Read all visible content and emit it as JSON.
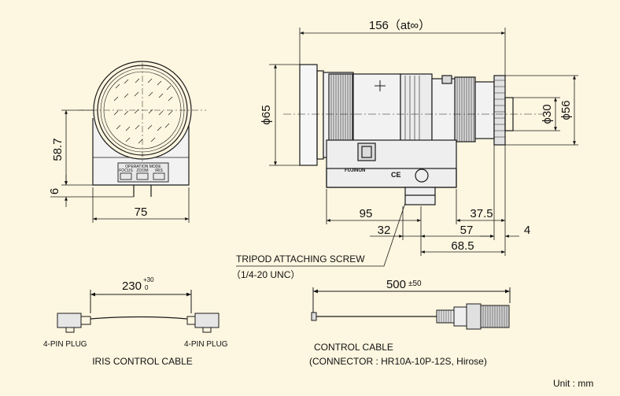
{
  "front_view": {
    "height_dim": "58.7",
    "bottom_offset_dim": "6",
    "width_dim": "75",
    "panel_title": "OPERATION MODE",
    "switch_labels": [
      "FOCUS",
      "ZOOM",
      "IRIS"
    ]
  },
  "side_view": {
    "overall_length_dim": "156（at∞）",
    "front_diameter_dim": "ϕ65",
    "rear_diameter_dim": "ϕ56",
    "mount_diameter_dim": "ϕ30",
    "dim_95": "95",
    "dim_37_5": "37.5",
    "dim_32": "32",
    "dim_57": "57",
    "dim_4": "4",
    "dim_68_5": "68.5",
    "brand_text": "FUJINON",
    "ce_mark": "CE"
  },
  "tripod_callout": {
    "line1": "TRIPOD ATTACHING SCREW",
    "line2": "（1/4-20 UNC）"
  },
  "iris_cable": {
    "length_dim": "230",
    "tol_upper": "+30",
    "tol_lower": "0",
    "left_plug": "4-PIN PLUG",
    "right_plug": "4-PIN PLUG",
    "caption": "IRIS CONTROL CABLE"
  },
  "control_cable": {
    "length_dim": "500",
    "tolerance": "±50",
    "caption": "CONTROL CABLE",
    "connector": "(CONNECTOR : HR10A-10P-12S, Hirose)"
  },
  "unit_label": "Unit : mm",
  "colors": {
    "background": "#fdf6e0",
    "line": "#1a1a1a",
    "panel": "#e8e8e8"
  }
}
